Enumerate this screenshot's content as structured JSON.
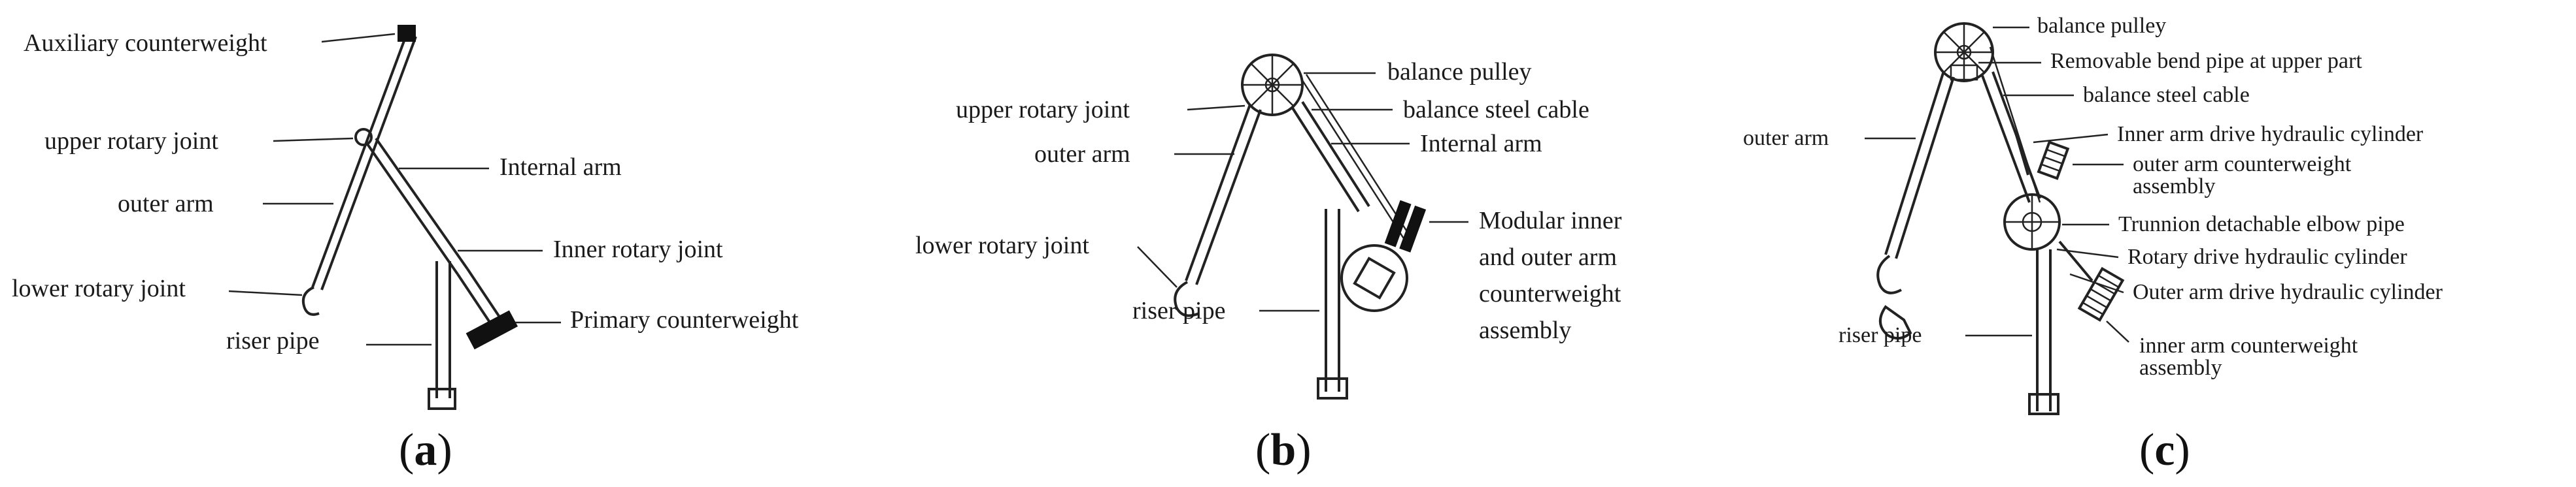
{
  "panel_a": {
    "caption": "a",
    "labels": {
      "auxiliary_counterweight": "Auxiliary counterweight",
      "upper_rotary_joint": "upper rotary joint",
      "internal_arm": "Internal arm",
      "outer_arm": "outer arm",
      "inner_rotary_joint": "Inner rotary joint",
      "lower_rotary_joint": "lower rotary joint",
      "riser_pipe": "riser pipe",
      "primary_counterweight": "Primary counterweight"
    }
  },
  "panel_b": {
    "caption": "b",
    "labels": {
      "balance_pulley": "balance pulley",
      "upper_rotary_joint": "upper rotary joint",
      "balance_steel_cable": "balance steel cable",
      "outer_arm": "outer arm",
      "internal_arm": "Internal arm",
      "modular_line1": "Modular inner",
      "modular_line2": "and outer arm",
      "modular_line3": "counterweight",
      "modular_line4": "assembly",
      "lower_rotary_joint": "lower rotary joint",
      "riser_pipe": "riser pipe"
    }
  },
  "panel_c": {
    "caption": "c",
    "labels": {
      "balance_pulley": "balance pulley",
      "removable_bend_pipe": "Removable bend pipe at upper part",
      "balance_steel_cable": "balance steel cable",
      "outer_arm": "outer arm",
      "inner_arm_drive_cylinder": "Inner arm drive hydraulic cylinder",
      "outer_arm_cw_line1": "outer arm counterweight",
      "outer_arm_cw_line2": "assembly",
      "trunnion_elbow": "Trunnion detachable elbow pipe",
      "rotary_drive_cylinder": "Rotary drive hydraulic cylinder",
      "outer_arm_drive_cylinder": "Outer arm drive hydraulic cylinder",
      "riser_pipe": "riser pipe",
      "inner_arm_cw_line1": "inner arm counterweight",
      "inner_arm_cw_line2": "assembly"
    }
  }
}
